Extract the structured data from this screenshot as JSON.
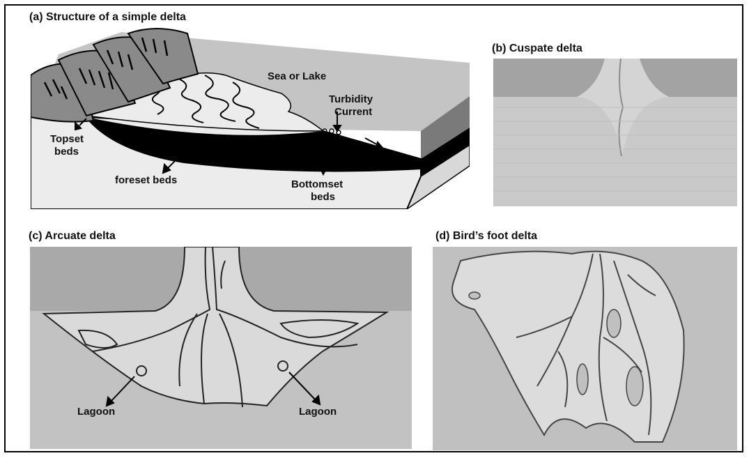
{
  "panels": {
    "a": {
      "title": "(a) Structure of a simple delta",
      "labels": {
        "sea": "Sea or Lake",
        "turbidity_1": "Turbidity",
        "turbidity_2": "Current",
        "topset_1": "Topset",
        "topset_2": "beds",
        "foreset": "foreset beds",
        "bottomset_1": "Bottomset",
        "bottomset_2": "beds"
      }
    },
    "b": {
      "title": "(b) Cuspate delta"
    },
    "c": {
      "title": "(c) Arcuate delta",
      "labels": {
        "lagoon_left": "Lagoon",
        "lagoon_right": "Lagoon"
      }
    },
    "d": {
      "title": "(d) Bird’s foot delta"
    }
  },
  "colors": {
    "land": "#a9a9a9",
    "water": "#c8c8c8",
    "delta_light": "#dedede",
    "dark_layer": "#000000",
    "ink": "#111111"
  }
}
